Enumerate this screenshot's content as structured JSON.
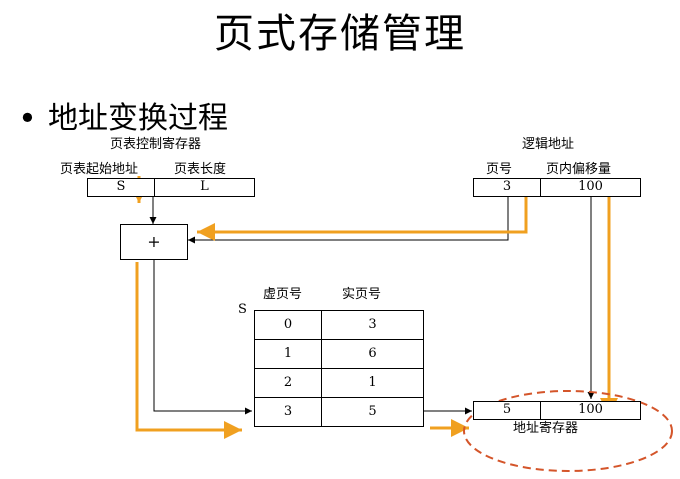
{
  "slide": {
    "title": "页式存储管理",
    "bullet": "地址变换过程"
  },
  "page_table_register": {
    "caption": "页表控制寄存器",
    "start_label": "页表起始地址",
    "length_label": "页表长度",
    "start_value": "S",
    "length_value": "L"
  },
  "logical_address": {
    "caption": "逻辑地址",
    "page_label": "页号",
    "offset_label": "页内偏移量",
    "page_value": "3",
    "offset_value": "100"
  },
  "adder": {
    "symbol": "+"
  },
  "page_table": {
    "start_marker": "S",
    "headers": [
      "虚页号",
      "实页号"
    ],
    "rows": [
      [
        "0",
        "3"
      ],
      [
        "1",
        "6"
      ],
      [
        "2",
        "1"
      ],
      [
        "3",
        "5"
      ]
    ]
  },
  "address_register": {
    "caption": "地址寄存器",
    "frame_value": "5",
    "offset_value": "100"
  },
  "colors": {
    "highlight_orange": "#f0a020",
    "ellipse_red": "#d4552a",
    "line_black": "#000000"
  }
}
